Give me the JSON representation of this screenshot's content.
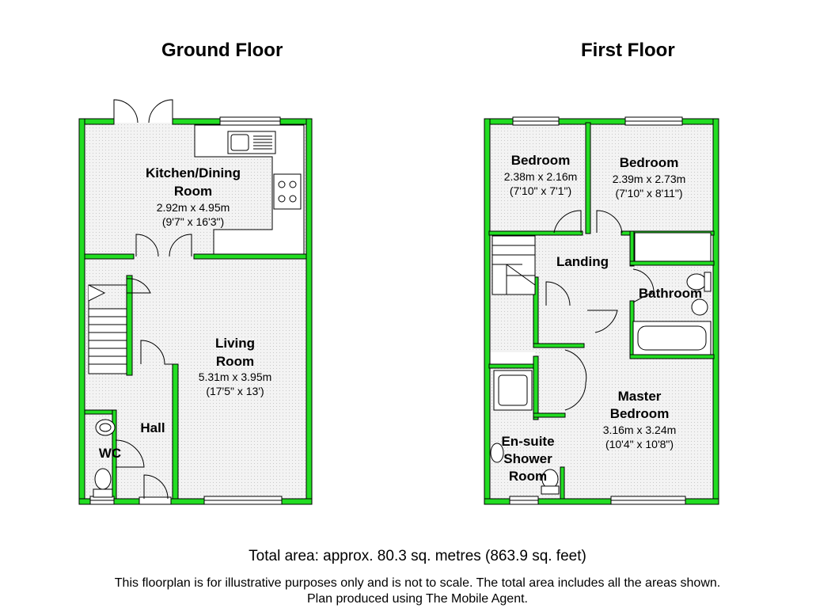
{
  "titles": {
    "ground": "Ground Floor",
    "first": "First Floor"
  },
  "rooms": {
    "kitchen": {
      "name1": "Kitchen/Dining",
      "name2": "Room",
      "metric": "2.92m x 4.95m",
      "imperial": "(9'7\" x 16'3\")"
    },
    "living": {
      "name1": "Living",
      "name2": "Room",
      "metric": "5.31m x 3.95m",
      "imperial": "(17'5\" x 13')"
    },
    "hall": {
      "name": "Hall"
    },
    "wc": {
      "name": "WC"
    },
    "bedroom2": {
      "name": "Bedroom",
      "metric": "2.38m x 2.16m",
      "imperial": "(7'10\" x 7'1\")"
    },
    "bedroom3": {
      "name": "Bedroom",
      "metric": "2.39m x 2.73m",
      "imperial": "(7'10\" x 8'11\")"
    },
    "landing": {
      "name": "Landing"
    },
    "bathroom": {
      "name": "Bathroom"
    },
    "master": {
      "name1": "Master",
      "name2": "Bedroom",
      "metric": "3.16m x 3.24m",
      "imperial": "(10'4\" x 10'8\")"
    },
    "ensuite": {
      "name1": "En-suite",
      "name2": "Shower",
      "name3": "Room"
    }
  },
  "footer": {
    "total_area": "Total area: approx.  80.3 sq. metres (863.9 sq. feet)",
    "disclaimer1": "This floorplan is for illustrative purposes only and is not to scale. The total area includes all the areas shown.",
    "disclaimer2": "Plan produced using The Mobile Agent."
  },
  "colors": {
    "wall": "#22dd22",
    "floor": "#f1f1f1",
    "fixture": "#ffffff",
    "line": "#000000"
  }
}
